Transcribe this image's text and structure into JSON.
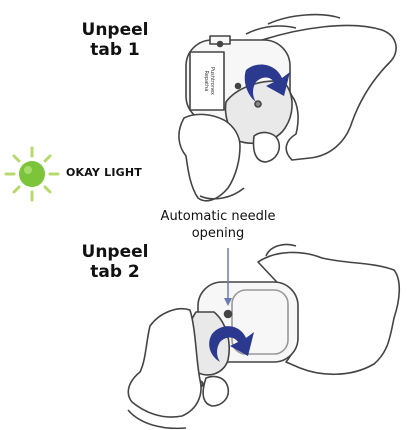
{
  "step1": {
    "label_line1": "Unpeel",
    "label_line2": "tab 1"
  },
  "step2": {
    "label_line1": "Unpeel",
    "label_line2": "tab 2"
  },
  "status_light": {
    "label": "OKAY LIGHT",
    "color": "#7cc43a",
    "ray_color": "#b5d96a"
  },
  "annotation": {
    "line1": "Automatic needle",
    "line2": "opening"
  },
  "device_label": {
    "line1": "Repatha",
    "line2": "Pushtronex"
  },
  "colors": {
    "arrow": "#2b3a8f",
    "outline": "#444444",
    "device_fill": "#f7f7f7",
    "tab_fill": "#e9e9e9",
    "pointer": "#6b7bb0"
  }
}
